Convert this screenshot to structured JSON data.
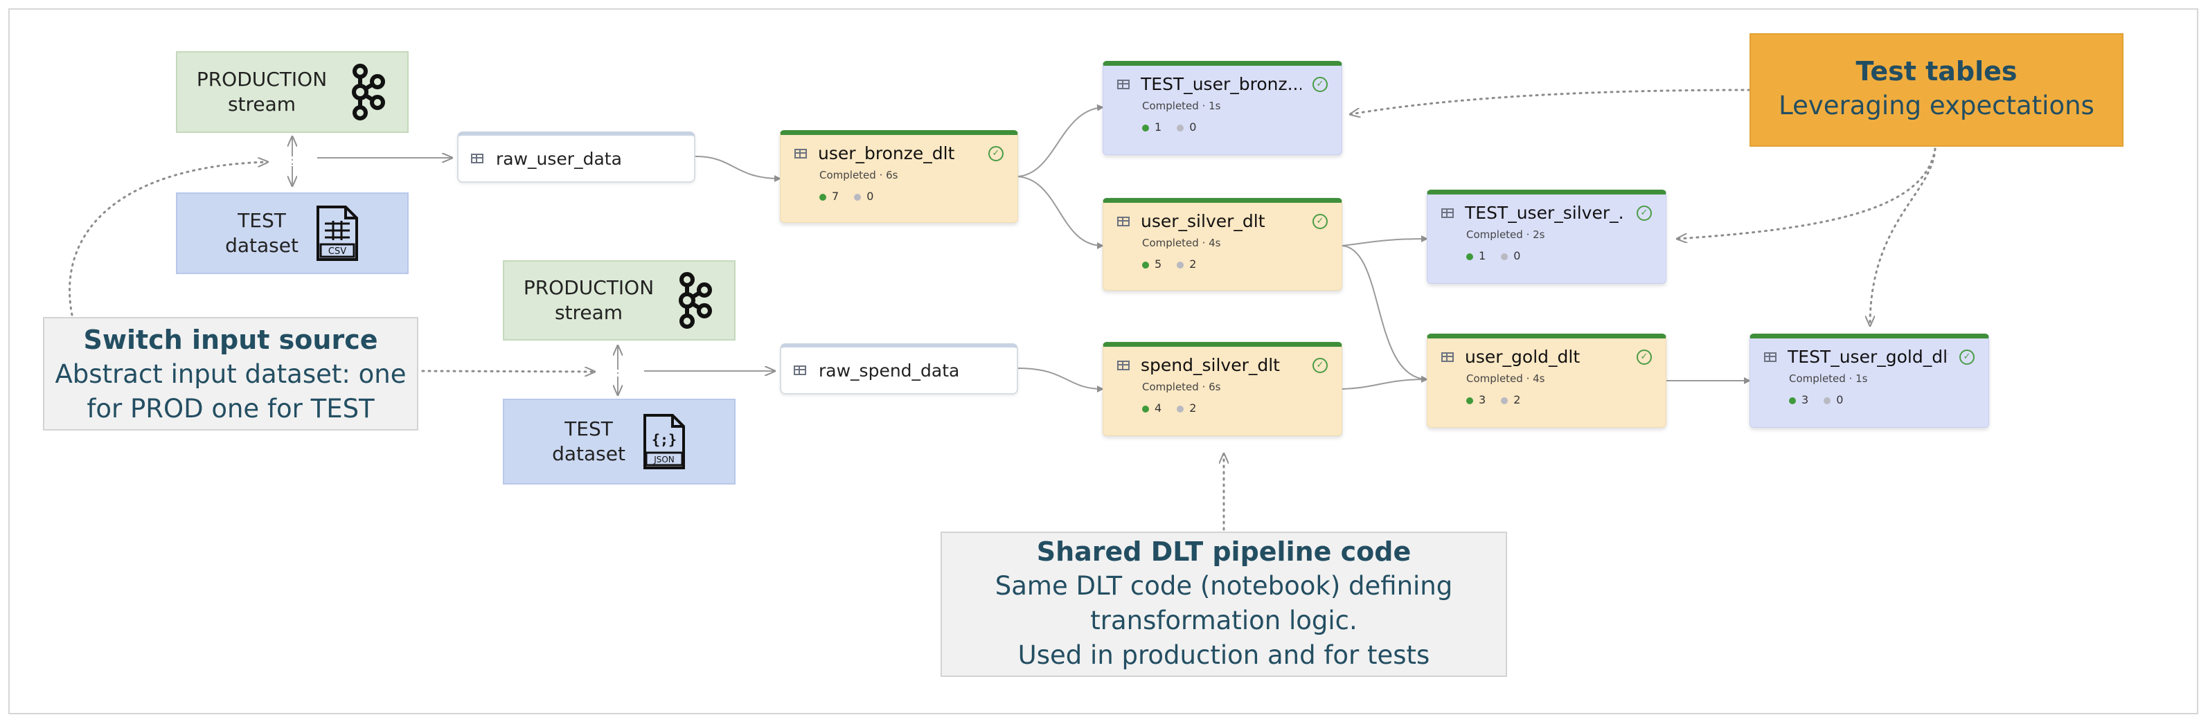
{
  "sources": {
    "prod_stream_1": {
      "line1": "PRODUCTION",
      "line2": "stream",
      "icon": "kafka-icon"
    },
    "test_dataset_1": {
      "line1": "TEST",
      "line2": "dataset",
      "icon": "csv-file-icon",
      "badge": "CSV"
    },
    "prod_stream_2": {
      "line1": "PRODUCTION",
      "line2": "stream",
      "icon": "kafka-icon"
    },
    "test_dataset_2": {
      "line1": "TEST",
      "line2": "dataset",
      "icon": "json-file-icon",
      "badge": "JSON",
      "glyph": "{;}"
    }
  },
  "raw_nodes": {
    "raw_user": {
      "label": "raw_user_data"
    },
    "raw_spend": {
      "label": "raw_spend_data"
    }
  },
  "nodes": {
    "user_bronze": {
      "title": "user_bronze_dlt",
      "status": "Completed · 6s",
      "passed": "7",
      "failed": "0"
    },
    "user_silver": {
      "title": "user_silver_dlt",
      "status": "Completed · 4s",
      "passed": "5",
      "failed": "2"
    },
    "spend_silver": {
      "title": "spend_silver_dlt",
      "status": "Completed · 6s",
      "passed": "4",
      "failed": "2"
    },
    "user_gold": {
      "title": "user_gold_dlt",
      "status": "Completed · 4s",
      "passed": "3",
      "failed": "2"
    },
    "test_bronze": {
      "title": "TEST_user_bronz...",
      "status": "Completed · 1s",
      "passed": "1",
      "failed": "0"
    },
    "test_silver": {
      "title": "TEST_user_silver_...",
      "status": "Completed · 2s",
      "passed": "1",
      "failed": "0"
    },
    "test_gold": {
      "title": "TEST_user_gold_dlt",
      "status": "Completed · 1s",
      "passed": "3",
      "failed": "0"
    }
  },
  "callouts": {
    "switch": {
      "title": "Switch input source",
      "body1": "Abstract input dataset: one",
      "body2": "for PROD one for TEST"
    },
    "test_tables": {
      "title": "Test tables",
      "body1": "Leveraging expectations"
    },
    "shared": {
      "title": "Shared DLT pipeline code",
      "body1": "Same DLT code (notebook) defining",
      "body2": "transformation logic.",
      "body3": "Used in production and for tests"
    }
  },
  "colors": {
    "prod_box": "#dce9d6",
    "test_box": "#cbd8f2",
    "node_yellow": "#fbe8c4",
    "node_blue": "#dadff8",
    "node_top": "#3f8f3a",
    "callout_orange": "#f0ad3e",
    "callout_gray": "#f1f1f1",
    "callout_text": "#234e62"
  }
}
